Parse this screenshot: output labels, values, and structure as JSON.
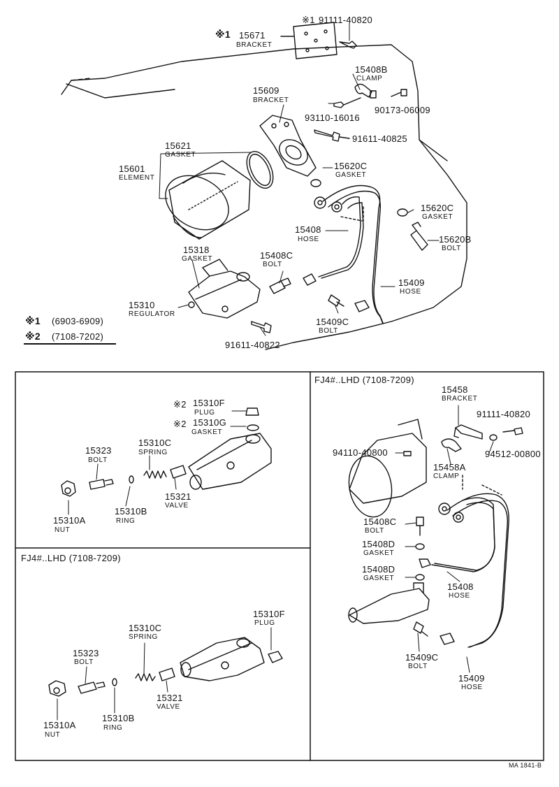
{
  "footnotes": {
    "n1": {
      "mark": "※1",
      "range": "(6903-6909)"
    },
    "n2": {
      "mark": "※2",
      "range": "(7108-7202)"
    }
  },
  "top": {
    "p15671": {
      "mark": "※1",
      "num": "15671",
      "sub": "BRACKET"
    },
    "p91111": {
      "mark": "※1",
      "num": "91111-40820"
    },
    "p15408B": {
      "num": "15408B",
      "sub": "CLAMP"
    },
    "p15609": {
      "num": "15609",
      "sub": "BRACKET"
    },
    "p93110": {
      "num": "93110-16016"
    },
    "p90173": {
      "num": "90173-06009"
    },
    "p91611a": {
      "num": "91611-40825"
    },
    "p15621": {
      "num": "15621",
      "sub": "GASKET"
    },
    "p15601": {
      "num": "15601",
      "sub": "ELEMENT"
    },
    "p15620Ca": {
      "num": "15620C",
      "sub": "GASKET"
    },
    "p15620Cb": {
      "num": "15620C",
      "sub": "GASKET"
    },
    "p15620B": {
      "num": "15620B",
      "sub": "BOLT"
    },
    "p15408": {
      "num": "15408",
      "sub": "HOSE"
    },
    "p15318": {
      "num": "15318",
      "sub": "GASKET"
    },
    "p15408C": {
      "num": "15408C",
      "sub": "BOLT"
    },
    "p15409": {
      "num": "15409",
      "sub": "HOSE"
    },
    "p15310": {
      "num": "15310",
      "sub": "REGULATOR"
    },
    "p15409C": {
      "num": "15409C",
      "sub": "BOLT"
    },
    "p91611b": {
      "num": "91611-40822"
    }
  },
  "left_upper": {
    "p15310F": {
      "mark": "※2",
      "num": "15310F",
      "sub": "PLUG"
    },
    "p15310G": {
      "mark": "※2",
      "num": "15310G",
      "sub": "GASKET"
    },
    "p15323": {
      "num": "15323",
      "sub": "BOLT"
    },
    "p15310C": {
      "num": "15310C",
      "sub": "SPRING"
    },
    "p15321": {
      "num": "15321",
      "sub": "VALVE"
    },
    "p15310B": {
      "num": "15310B",
      "sub": "RING"
    },
    "p15310A": {
      "num": "15310A",
      "sub": "NUT"
    }
  },
  "left_lower": {
    "header": "FJ4#..LHD (7108-7209)",
    "p15310F": {
      "num": "15310F",
      "sub": "PLUG"
    },
    "p15310C": {
      "num": "15310C",
      "sub": "SPRING"
    },
    "p15323": {
      "num": "15323",
      "sub": "BOLT"
    },
    "p15321": {
      "num": "15321",
      "sub": "VALVE"
    },
    "p15310A": {
      "num": "15310A",
      "sub": "NUT"
    },
    "p15310B": {
      "num": "15310B",
      "sub": "RING"
    }
  },
  "right": {
    "header": "FJ4#..LHD (7108-7209)",
    "p15458": {
      "num": "15458",
      "sub": "BRACKET"
    },
    "p91111": {
      "num": "91111-40820"
    },
    "p94512": {
      "num": "94512-00800"
    },
    "p94110": {
      "num": "94110-40800"
    },
    "p15458A": {
      "num": "15458A",
      "sub": "CLAMP"
    },
    "p15408C": {
      "num": "15408C",
      "sub": "BOLT"
    },
    "p15408Da": {
      "num": "15408D",
      "sub": "GASKET"
    },
    "p15408Db": {
      "num": "15408D",
      "sub": "GASKET"
    },
    "p15408": {
      "num": "15408",
      "sub": "HOSE"
    },
    "p15409C": {
      "num": "15409C",
      "sub": "BOLT"
    },
    "p15409": {
      "num": "15409",
      "sub": "HOSE"
    }
  },
  "footer": {
    "code": "MA 1841-B"
  }
}
